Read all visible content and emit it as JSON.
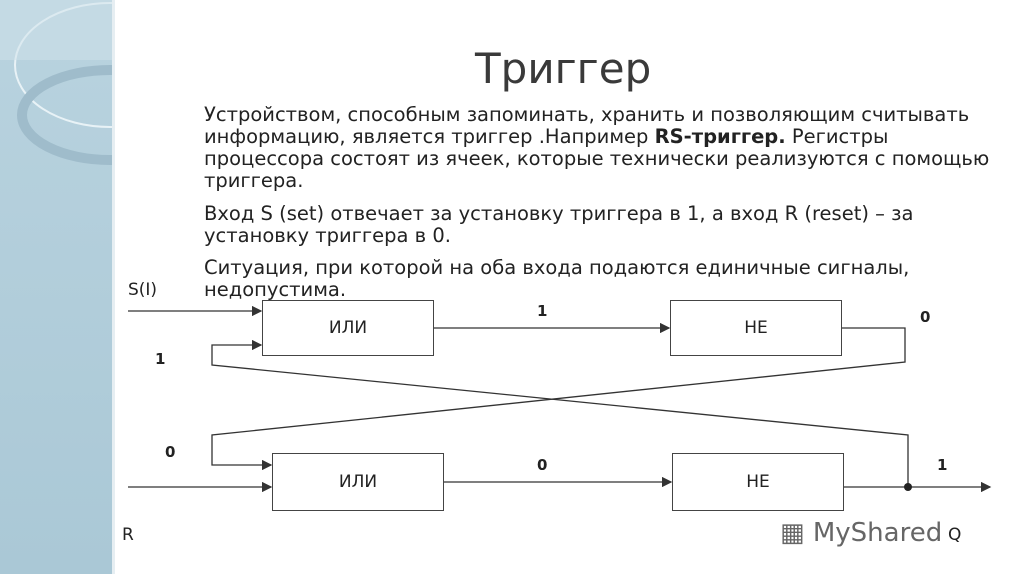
{
  "title": "Триггер",
  "paragraphs": [
    {
      "pre": "Устройством, способным запоминать, хранить и позволяющим считывать информацию, является триггер .Например ",
      "bold": "RS-триггер.",
      "post": " Регистры процессора состоят из ячеек, которые технически реализуются с помощью триггера."
    },
    {
      "pre": "Вход S (set) отвечает за установку триггера в 1, а вход R (reset) – за установку триггера в 0.",
      "bold": "",
      "post": ""
    },
    {
      "pre": "Ситуация, при которой на оба входа подаются единичные сигналы, недопустима.",
      "bold": "",
      "post": ""
    }
  ],
  "diagram": {
    "input_s": "S(I)",
    "input_r": "R",
    "output_q": "Q",
    "gates": [
      "ИЛИ",
      "НЕ",
      "ИЛИ",
      "НЕ"
    ],
    "signals": {
      "or1_out": "1",
      "not1_out": "0",
      "feedback_top": "1",
      "feedback_bottom": "0",
      "or2_out": "0",
      "not2_out": "1"
    }
  },
  "watermark": "MyShared"
}
